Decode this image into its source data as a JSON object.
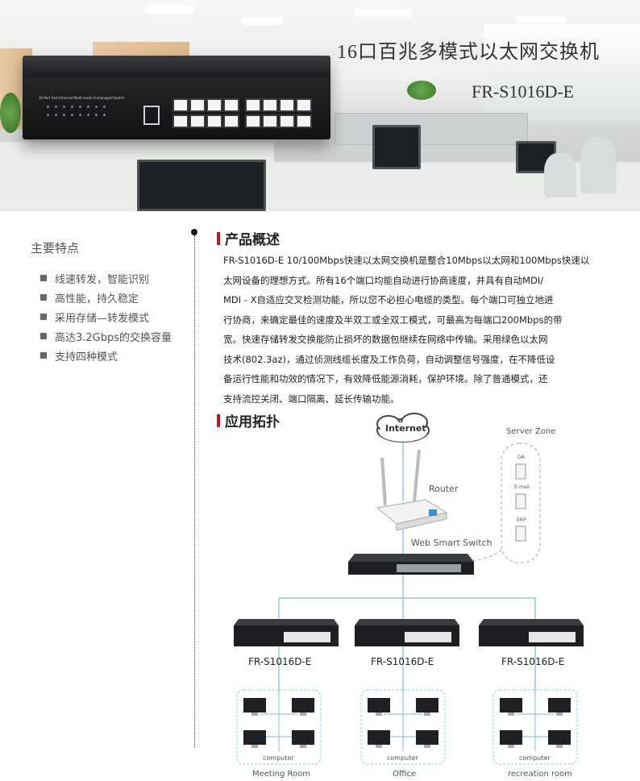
{
  "banner": {
    "title": "16口百兆多模式以太网交换机",
    "model": "FR-S1016D-E",
    "switch_print": "16-Port Fast Ethernet Multi-mode Unmanaged Switch"
  },
  "features": {
    "title": "主要特点",
    "items": [
      "线速转发，智能识别",
      "高性能，持久稳定",
      "采用存储—转发模式",
      "高达3.2Gbps的交换容量",
      "支持四种模式"
    ]
  },
  "overview": {
    "heading": "产品概述",
    "lines": [
      "FR-S1016D-E 10/100Mbps快速以太网交换机是整合10Mbps以太网和100Mbps快速以",
      "太网设备的理想方式。所有16个端口均能自动进行协商速度，并具有自动MDI/",
      "MDI - X自适应交叉检测功能，所以您不必担心电缆的类型。每个端口可独立地进",
      "行协商，来确定最佳的速度及半双工或全双工模式，可最高为每端口200Mbps的带",
      "宽。快速存储转发交换能防止损坏的数据包继续在网络中传输。采用绿色以太网",
      "技术(802.3az)，通过侦测线缆长度及工作负荷，自动调整信号强度，在不降低设",
      "备运行性能和功效的情况下，有效降低能源消耗，保护环境。除了普通模式，还",
      "支持流控关闭、端口隔离、延长传输功能。"
    ]
  },
  "topology": {
    "heading": "应用拓扑",
    "internet": "Internet",
    "router": "Router",
    "server_zone": "Server Zone",
    "servers": [
      "OA",
      "E-mail",
      "ERP"
    ],
    "core_switch": "Web Smart Switch",
    "access_switches": [
      "FR-S1016D-E",
      "FR-S1016D-E",
      "FR-S1016D-E"
    ],
    "computer_label": "computer",
    "zones": [
      "Meeting Room",
      "Office",
      "recreation room"
    ]
  },
  "colors": {
    "accent": "#c4161c",
    "link": "#8ec9ea"
  }
}
